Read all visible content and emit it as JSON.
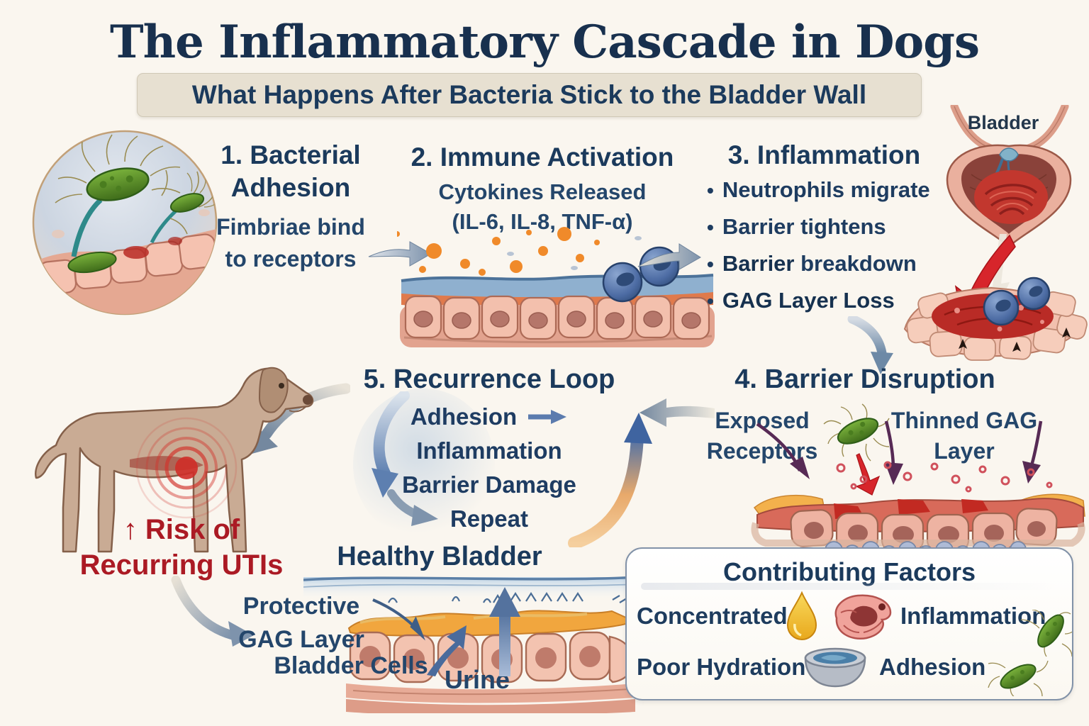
{
  "title": "The Inflammatory Cascade in Dogs",
  "subtitle": "What Happens After Bacteria Stick to the Bladder Wall",
  "bullet_char": "•",
  "colors": {
    "background": "#faf6ef",
    "heading_navy": "#1b3a5c",
    "alert_red": "#ab1a24",
    "arrow_slate": "#7e93ac",
    "bacteria_green": "#68a22f",
    "gag_orange": "#f2a53d"
  },
  "bladder": {
    "label": "Bladder"
  },
  "step1": {
    "heading_line1": "1. Bacterial",
    "heading_line2": "Adhesion",
    "desc_line1": "Fimbriae bind",
    "desc_line2": "to receptors"
  },
  "step2": {
    "heading": "2. Immune Activation",
    "desc_line1": "Cytokines Released",
    "desc_line2": "(IL-6, IL-8, TNF-α)"
  },
  "step3": {
    "heading": "3. Inflammation",
    "bullets": [
      {
        "b": "",
        "t": "Neutrophils migrate"
      },
      {
        "b": "",
        "t": "Barrier tightens"
      },
      {
        "b": "Barrier",
        "t": " breakdown"
      },
      {
        "b": "GAG Layer Loss",
        "t": ""
      }
    ]
  },
  "step4": {
    "heading": "4. Barrier Disruption",
    "left_label_line1": "Exposed",
    "left_label_line2": "Receptors",
    "right_label_line1": "Thinned GAG",
    "right_label_line2": "Layer"
  },
  "step5": {
    "heading": "5. Recurrence Loop",
    "items": [
      "Adhesion",
      "Inflammation",
      "Barrier Damage",
      "Repeat"
    ]
  },
  "risk": {
    "line1": "↑ Risk of",
    "line2": "Recurring UTIs"
  },
  "healthy": {
    "heading": "Healthy Bladder",
    "gag_line1": "Protective",
    "gag_line2": "GAG Layer",
    "cells_label": "Bladder Cells",
    "urine_label": "Urine"
  },
  "factors": {
    "heading": "Contributing Factors",
    "row1_left": "Concentrated",
    "row1_right": "Inflammation",
    "row2_left": "Poor Hydration",
    "row2_right": "Adhesion"
  },
  "icons": {
    "droplet": "yellow-urine-droplet",
    "water_bowl": "water-bowl",
    "bacterium": "green-bacterium-with-fimbriae",
    "inflamed_tissue": "inflamed-tissue-lump",
    "pain_rings": "red-pain-rings"
  }
}
